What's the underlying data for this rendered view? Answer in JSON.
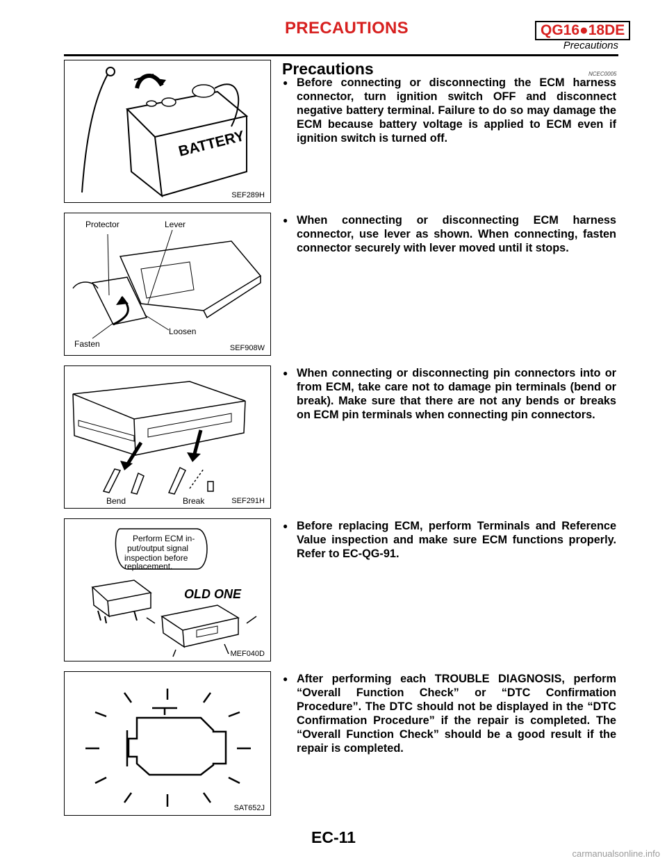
{
  "header": {
    "section": "PRECAUTIONS",
    "engine": "QG16●18DE",
    "subsection": "Precautions"
  },
  "section_title": "Precautions",
  "section_code": "NCEC0005",
  "bullet_glyph": "●",
  "figures": [
    {
      "caption": "SEF289H",
      "labels": {
        "battery": "BATTERY"
      }
    },
    {
      "caption": "SEF908W",
      "labels": {
        "protector": "Protector",
        "lever": "Lever",
        "loosen": "Loosen",
        "fasten": "Fasten"
      }
    },
    {
      "caption": "SEF291H",
      "labels": {
        "bend": "Bend",
        "break": "Break"
      }
    },
    {
      "caption": "MEF040D",
      "labels": {
        "bubble1": "Perform ECM in-",
        "bubble2": "put/output signal",
        "bubble3": "inspection before",
        "bubble4": "replacement.",
        "old_one": "OLD ONE"
      }
    },
    {
      "caption": "SAT652J"
    }
  ],
  "paragraphs": [
    "Before connecting or disconnecting the ECM harness connector, turn ignition switch OFF and disconnect negative battery terminal. Failure to do so may damage the ECM because battery voltage is applied to ECM even if ignition switch is turned off.",
    "When connecting or disconnecting ECM harness connector, use lever as shown. When connecting, fasten connector securely with lever moved until it stops.",
    "When connecting or disconnecting pin connectors into or from ECM, take care not to damage pin terminals (bend or break). Make sure that there are not any bends or breaks on ECM pin terminals when connecting pin connectors.",
    "Before replacing ECM, perform Terminals and Reference Value inspection and make sure ECM functions properly. Refer to EC-QG-91.",
    "After performing each TROUBLE DIAGNOSIS, perform “Overall Function Check” or “DTC Confirmation Procedure”. The DTC should not be displayed in the “DTC Confirmation Procedure” if the repair is completed. The “Overall Function Check” should be a good result if the repair is completed."
  ],
  "page_number": "EC-11",
  "watermark": "carmanualsonline.info"
}
